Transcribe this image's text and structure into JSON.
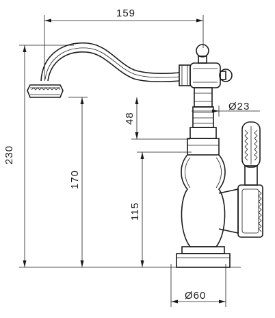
{
  "drawing": {
    "dimensions": {
      "spout_reach": "159",
      "total_height": "230",
      "spout_height": "170",
      "aerator_to_body": "48",
      "handle_diameter": "Ø23",
      "body_height": "115",
      "base_diameter": "Ø60"
    }
  }
}
